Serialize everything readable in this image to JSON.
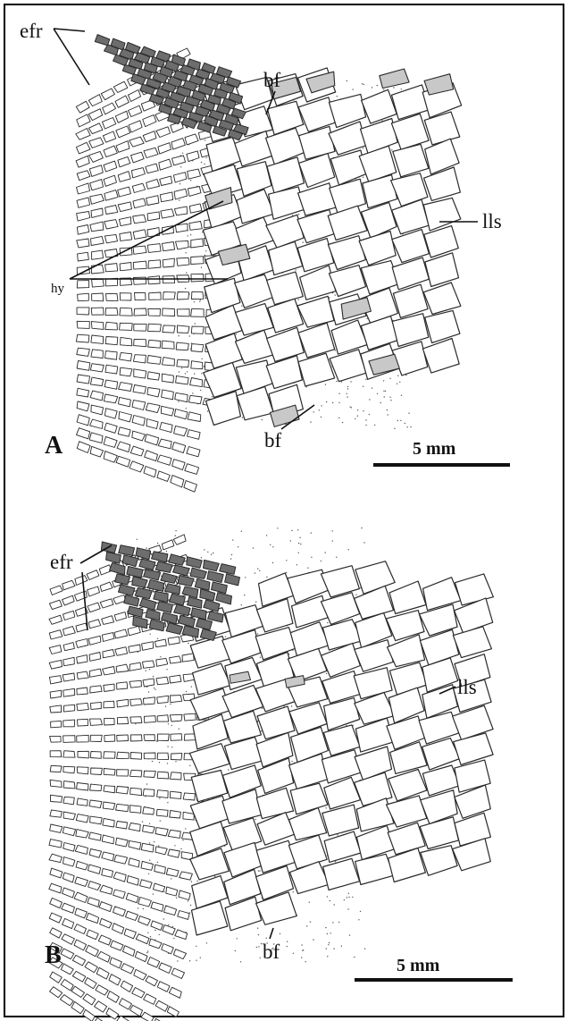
{
  "figure": {
    "colors": {
      "outline": "#2a2a2a",
      "dark_fill": "#6d6d6d",
      "light_fill": "#c8c8c8",
      "scale_fill": "#ffffff",
      "stipple": "#555555"
    },
    "panel_a": {
      "letter": "A",
      "labels": {
        "efr": "efr",
        "bf_top": "bf",
        "lls": "lls",
        "hy": "hy",
        "bf_bottom": "bf"
      },
      "scale_label": "5 mm"
    },
    "panel_b": {
      "letter": "B",
      "labels": {
        "efr": "efr",
        "lls": "lls",
        "bf": "bf"
      },
      "scale_label": "5 mm"
    }
  }
}
